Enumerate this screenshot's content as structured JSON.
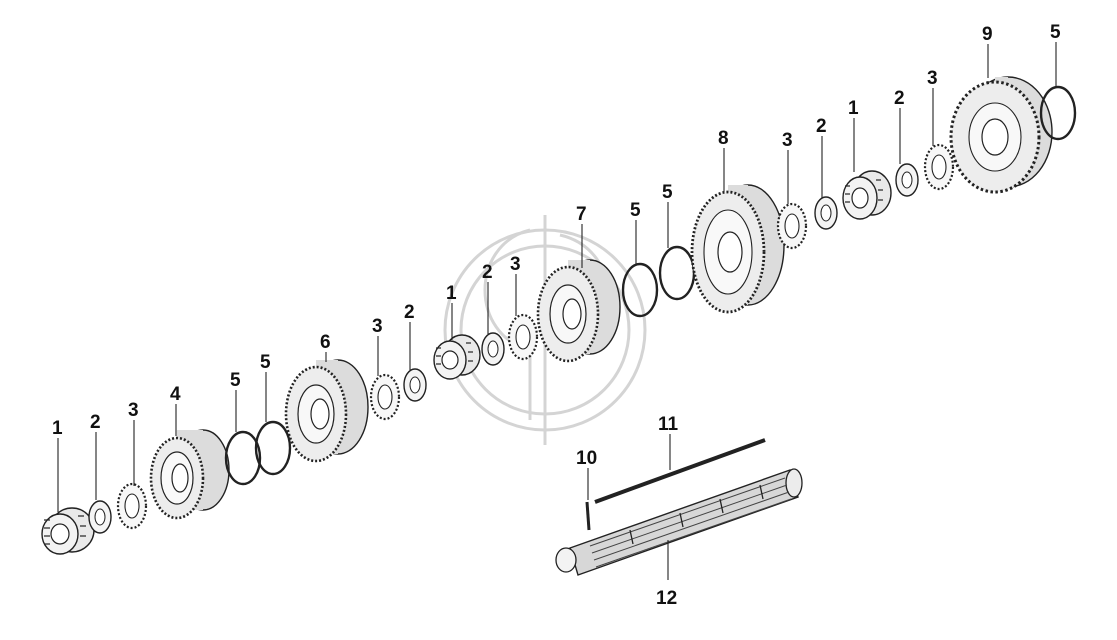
{
  "diagram": {
    "colors": {
      "background": "#ffffff",
      "ink": "#222222",
      "part_fill": "#f1f1f1",
      "part_shade": "#cfcfcf",
      "watermark": "#d4d4d4"
    },
    "parts": [
      {
        "id": "p1a",
        "kind": "bearing",
        "callout": "1"
      },
      {
        "id": "p2a",
        "kind": "washer",
        "callout": "2"
      },
      {
        "id": "p3a",
        "kind": "toothed-washer",
        "callout": "3"
      },
      {
        "id": "p4",
        "kind": "gear",
        "callout": "4"
      },
      {
        "id": "p5a",
        "kind": "snap-ring",
        "callout": "5"
      },
      {
        "id": "p5b",
        "kind": "snap-ring",
        "callout": "5"
      },
      {
        "id": "p6",
        "kind": "gear",
        "callout": "6"
      },
      {
        "id": "p3b",
        "kind": "toothed-washer",
        "callout": "3"
      },
      {
        "id": "p2b",
        "kind": "washer",
        "callout": "2"
      },
      {
        "id": "p1b",
        "kind": "bearing",
        "callout": "1"
      },
      {
        "id": "p2c",
        "kind": "washer",
        "callout": "2"
      },
      {
        "id": "p3c",
        "kind": "toothed-washer",
        "callout": "3"
      },
      {
        "id": "p7",
        "kind": "gear",
        "callout": "7"
      },
      {
        "id": "p5c",
        "kind": "snap-ring",
        "callout": "5"
      },
      {
        "id": "p5d",
        "kind": "snap-ring",
        "callout": "5"
      },
      {
        "id": "p8",
        "kind": "gear",
        "callout": "8"
      },
      {
        "id": "p3d",
        "kind": "toothed-washer",
        "callout": "3"
      },
      {
        "id": "p2d",
        "kind": "washer",
        "callout": "2"
      },
      {
        "id": "p1c",
        "kind": "bearing",
        "callout": "1"
      },
      {
        "id": "p2e",
        "kind": "washer",
        "callout": "2"
      },
      {
        "id": "p3e",
        "kind": "toothed-washer",
        "callout": "3"
      },
      {
        "id": "p9",
        "kind": "gear",
        "callout": "9"
      },
      {
        "id": "p5e",
        "kind": "snap-ring",
        "callout": "5"
      },
      {
        "id": "p10",
        "kind": "pin",
        "callout": "10"
      },
      {
        "id": "p11",
        "kind": "rod",
        "callout": "11"
      },
      {
        "id": "p12",
        "kind": "splined-shaft",
        "callout": "12"
      }
    ]
  }
}
